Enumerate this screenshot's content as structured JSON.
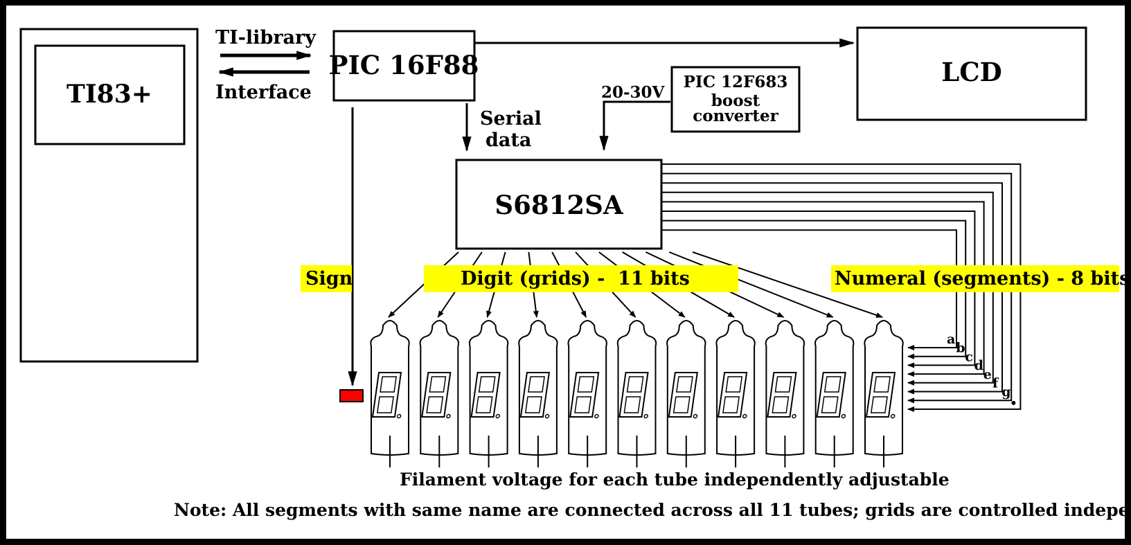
{
  "blocks": {
    "ti83": "TI83+",
    "pic16": "PIC 16F88",
    "lcd": "LCD",
    "pic12_line1": "PIC 12F683",
    "pic12_line2": "boost",
    "pic12_line3": "converter",
    "driver": "S6812SA"
  },
  "links": {
    "ti_library": "TI-library",
    "interface": "Interface",
    "serial": "Serial",
    "data": "data",
    "voltage": "20-30V"
  },
  "labels": {
    "sign": "Sign",
    "digit_grids": "Digit (grids) -  11 bits",
    "numeral_segments": "Numeral (segments) - 8 bits",
    "filament": "Filament voltage for each tube independently adjustable",
    "note": "Note: All segments with same name are connected across all 11 tubes; grids are controlled independently"
  },
  "segments": [
    "a",
    "b",
    "c",
    "d",
    "e",
    "f",
    "g"
  ],
  "tube_count": 11,
  "colors": {
    "highlight": "#ffff00",
    "sign_indicator": "#ff0000",
    "line": "#000000",
    "background": "#ffffff",
    "border": "#000000"
  }
}
